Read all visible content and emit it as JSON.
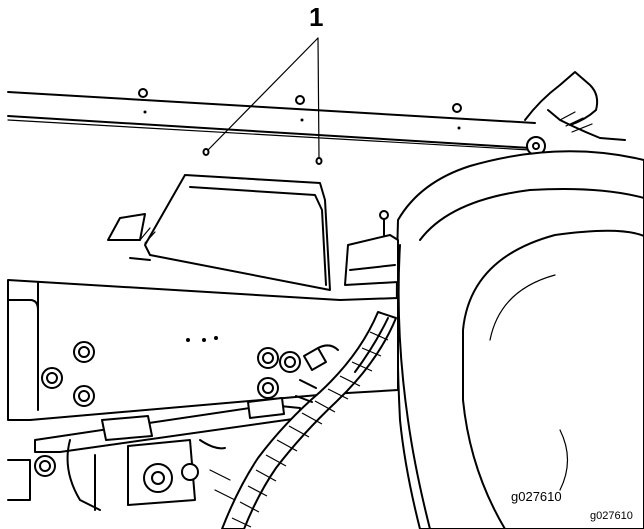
{
  "callouts": [
    {
      "number": "1"
    }
  ],
  "figure_ids": {
    "inner": "g027610",
    "outer": "g027610"
  }
}
